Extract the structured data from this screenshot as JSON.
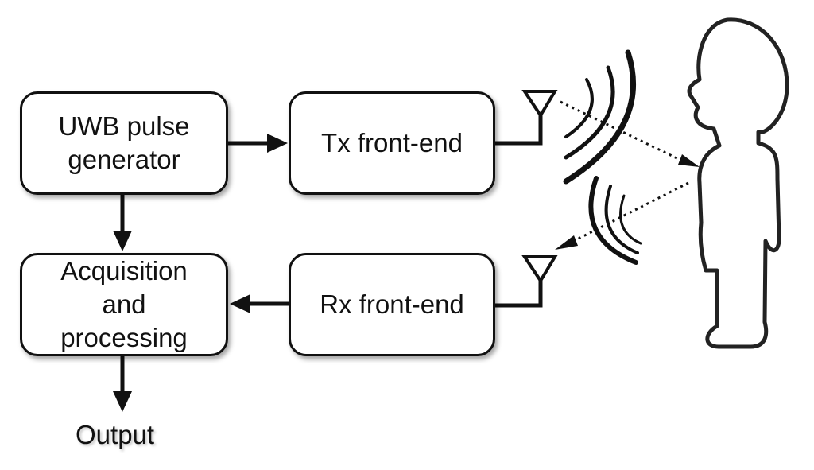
{
  "blocks": {
    "uwb_pulse_generator": [
      "UWB pulse",
      "generator"
    ],
    "tx_front_end": [
      "Tx front-end"
    ],
    "acquisition_processing": [
      "Acquisition",
      "and",
      "processing"
    ],
    "rx_front_end": [
      "Rx front-end"
    ]
  },
  "output_label": "Output",
  "colors": {
    "stroke": "#111111",
    "background": "#ffffff"
  }
}
